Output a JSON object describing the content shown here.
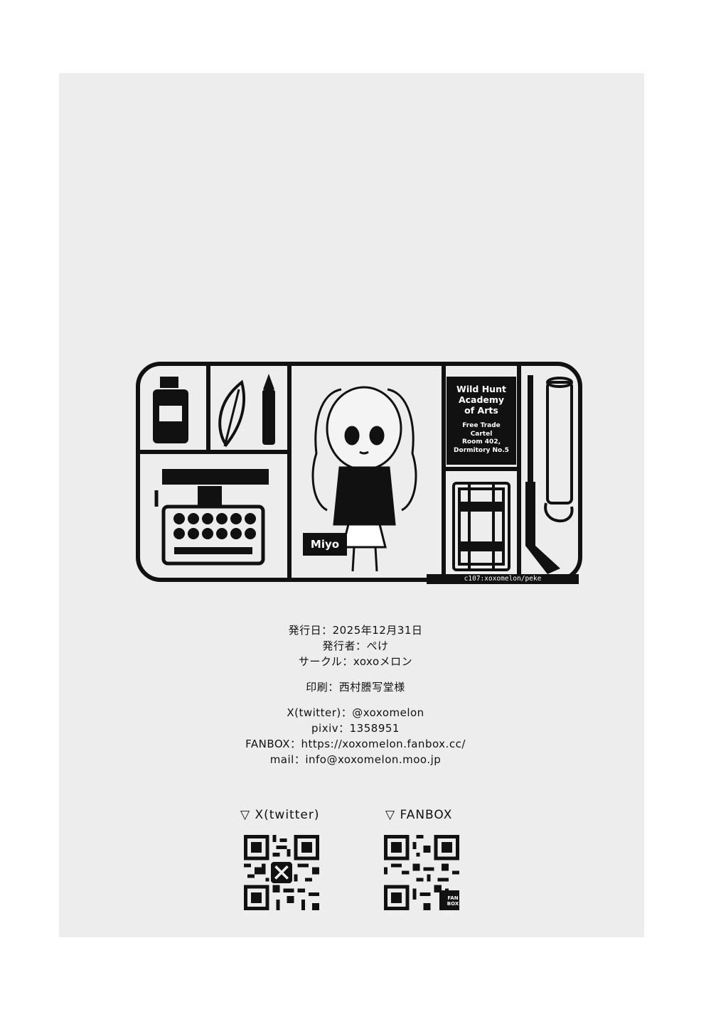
{
  "kit": {
    "academy_lines": [
      "Wild Hunt",
      "Academy",
      "of Arts"
    ],
    "address_lines": [
      "Free Trade",
      "Cartel",
      "Room 402,",
      "Dormitory No.5"
    ],
    "character_name": "Miyo",
    "credit": "c107:xoxomelon/peke"
  },
  "colophon": {
    "publish_date": "発行日：2025年12月31日",
    "publisher": "発行者：ぺけ",
    "circle": "サークル：xoxoメロン",
    "printer": "印刷：西村謄写堂様",
    "twitter": "X(twitter)：@xoxomelon",
    "pixiv": "pixiv：1358951",
    "fanbox": "FANBOX：https://xoxomelon.fanbox.cc/",
    "mail": "mail：info@xoxomelon.moo.jp"
  },
  "qr": {
    "twitter_label": "▽ X(twitter)",
    "fanbox_label": "▽ FANBOX",
    "fanbox_badge_lines": [
      "FAN",
      "BOX"
    ]
  }
}
